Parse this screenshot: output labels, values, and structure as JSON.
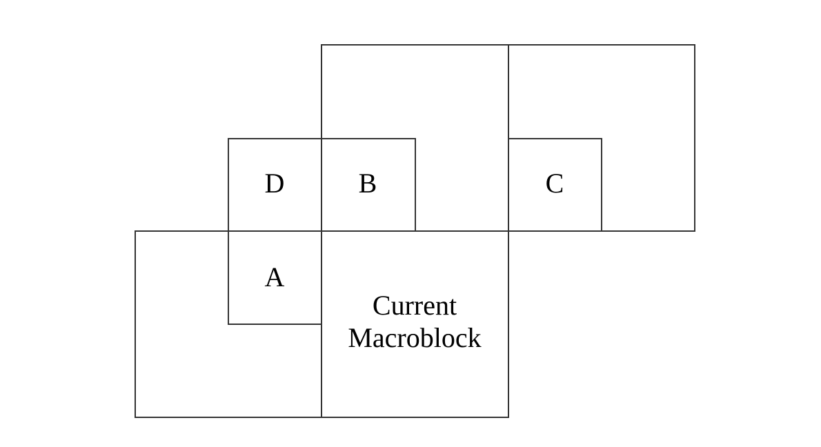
{
  "blocks": {
    "d": {
      "label": "D"
    },
    "b": {
      "label": "B"
    },
    "c": {
      "label": "C"
    },
    "a": {
      "label": "A"
    },
    "current": {
      "line1": "Current",
      "line2": "Macroblock"
    }
  }
}
